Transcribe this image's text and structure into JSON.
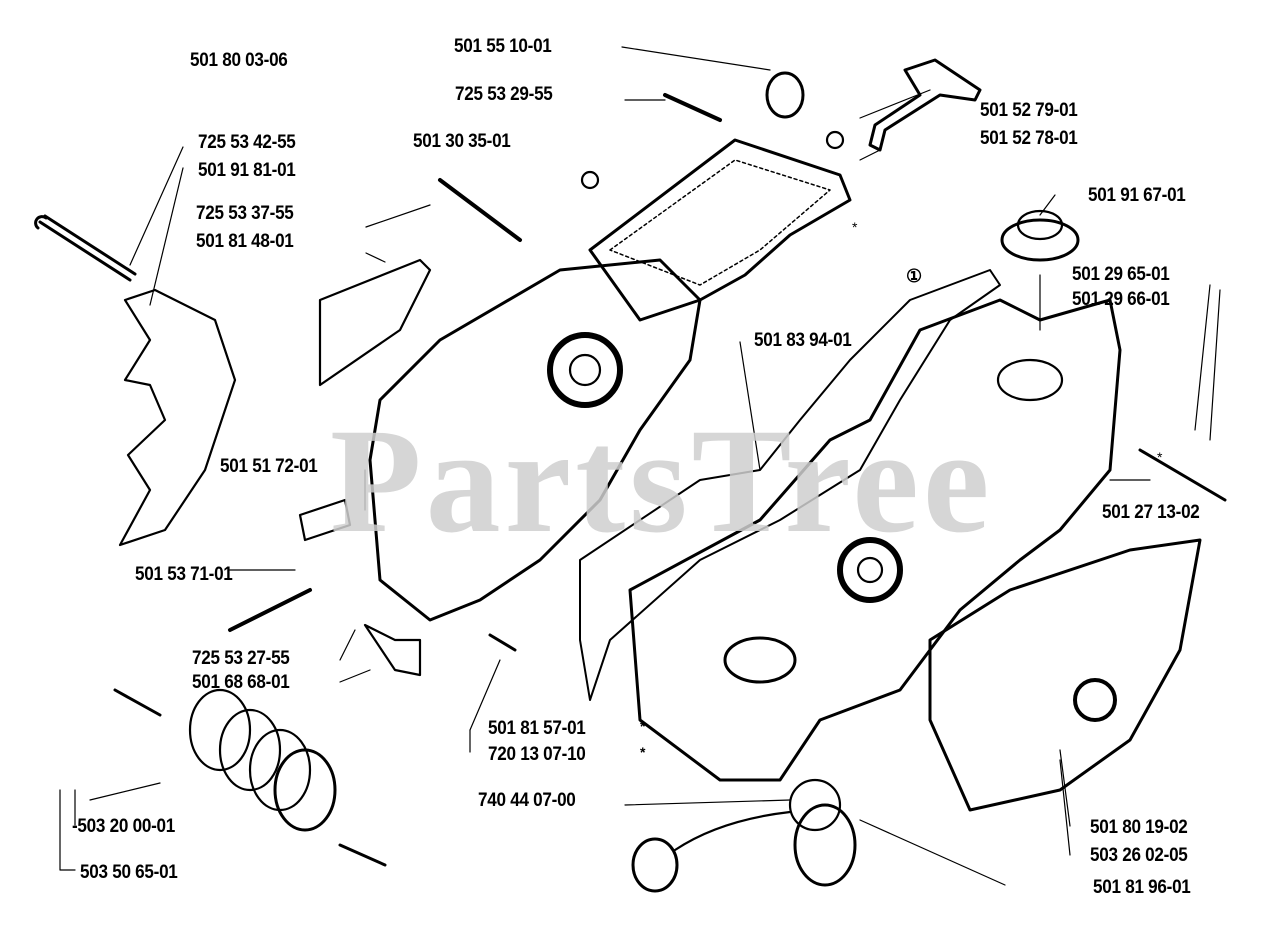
{
  "watermark": "PartsTree",
  "diagram_title": "Crankcase parts diagram",
  "parts": [
    {
      "id": "p01",
      "number": "501 80 03-06"
    },
    {
      "id": "p02",
      "number": "501 55 10-01"
    },
    {
      "id": "p03",
      "number": "725 53 29-55"
    },
    {
      "id": "p04",
      "number": "501 52 79-01"
    },
    {
      "id": "p05",
      "number": "501 52 78-01"
    },
    {
      "id": "p06",
      "number": "501 30 35-01"
    },
    {
      "id": "p07",
      "number": "725 53 42-55"
    },
    {
      "id": "p08",
      "number": "501 91 81-01"
    },
    {
      "id": "p09",
      "number": "725 53 37-55"
    },
    {
      "id": "p10",
      "number": "501 81 48-01"
    },
    {
      "id": "p11",
      "number": "501 91 67-01"
    },
    {
      "id": "p12",
      "number": "501 29 65-01"
    },
    {
      "id": "p13",
      "number": "501 29 66-01"
    },
    {
      "id": "p14",
      "number": "501 83 94-01"
    },
    {
      "id": "p15",
      "number": "501 51 72-01"
    },
    {
      "id": "p16",
      "number": "501 27 13-02"
    },
    {
      "id": "p17",
      "number": "501 53 71-01"
    },
    {
      "id": "p18",
      "number": "725 53 27-55"
    },
    {
      "id": "p19",
      "number": "501 68  68-01"
    },
    {
      "id": "p20",
      "number": "501 81 57-01"
    },
    {
      "id": "p21",
      "number": "720 13 07-10"
    },
    {
      "id": "p22",
      "number": "740 44 07-00"
    },
    {
      "id": "p23",
      "number": "-503 20 00-01"
    },
    {
      "id": "p24",
      "number": "503 50 65-01"
    },
    {
      "id": "p25",
      "number": "501 80 19-02"
    },
    {
      "id": "p26",
      "number": "503 26 02-05"
    },
    {
      "id": "p27",
      "number": "501 81 96-01"
    }
  ],
  "markers": {
    "asterisk": "*",
    "circled_one": "①"
  }
}
